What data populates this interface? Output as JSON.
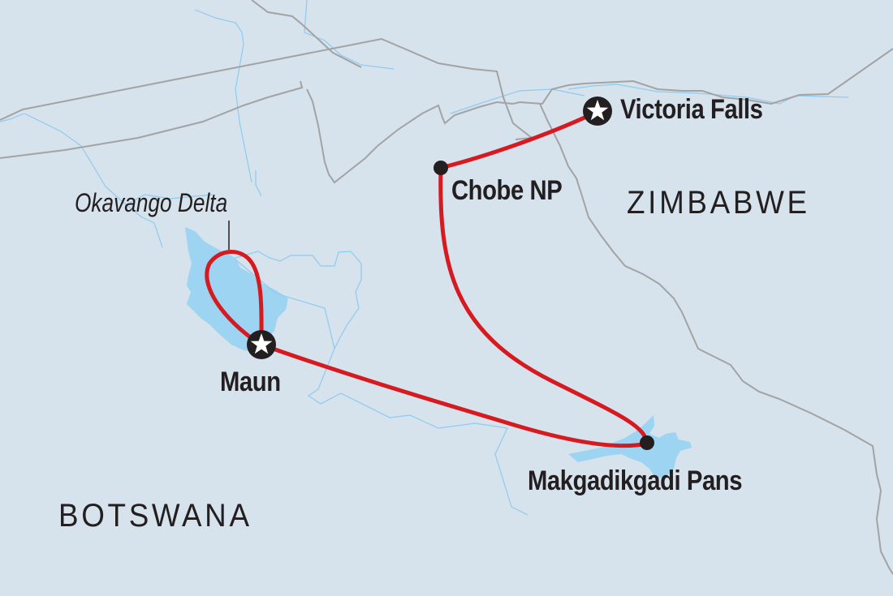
{
  "map": {
    "background_color": "#d6e2ec",
    "water_color": "#9dd4f2",
    "river_color": "#8ecbf0",
    "border_color": "#a3a3a3",
    "route_color": "#d71920",
    "marker_color": "#231f20",
    "countries": [
      {
        "name": "ZIMBABWE"
      },
      {
        "name": "BOTSWANA"
      }
    ],
    "regions": [
      {
        "name": "Okavango Delta"
      }
    ],
    "stops": [
      {
        "name": "Victoria Falls",
        "type": "start-end-star"
      },
      {
        "name": "Chobe NP",
        "type": "stop-dot"
      },
      {
        "name": "Maun",
        "type": "start-end-star"
      },
      {
        "name": "Makgadikgadi Pans",
        "type": "stop-dot"
      }
    ],
    "route_order": [
      "Victoria Falls",
      "Chobe NP",
      "Makgadikgadi Pans",
      "Maun",
      "Okavango Delta",
      "Maun"
    ]
  }
}
